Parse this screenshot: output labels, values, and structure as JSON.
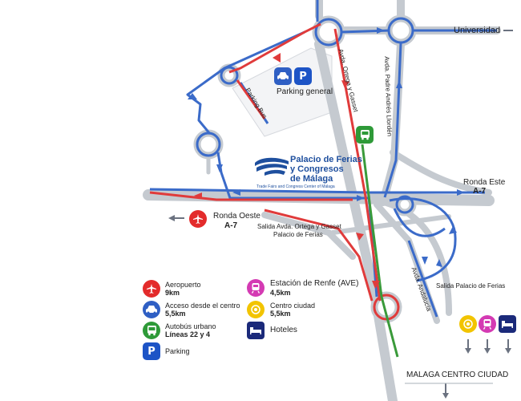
{
  "colors": {
    "road": "#b9bfc6",
    "blue_route": "#3b6bc9",
    "red_route": "#e03b3b",
    "green_route": "#3a9a3a",
    "airport": "#e32b2b",
    "car": "#2f5fc4",
    "bus": "#2e9a38",
    "parking": "#1d54c6",
    "train": "#d43ab3",
    "center": "#f2c400",
    "hotel": "#1b2a7a",
    "venue_blue": "#1e4f9e"
  },
  "labels": {
    "universidad": "Universidad",
    "parking_bus": "Parking Bus",
    "parking_general": "Parking general",
    "ortega": "Avda. Ortega y Gasset",
    "padre": "Avda. Padre Andrés Llordén",
    "ronda_este": "Ronda Este",
    "ronda_este_road": "A-7",
    "ronda_oeste": "Ronda Oeste",
    "ronda_oeste_road": "A-7",
    "salida_line1": "Salida Avda. Ortega y Gasset",
    "salida_line2": "Palacio de Ferias",
    "salida_palacio": "Salida Palacio de Ferias",
    "andalucia": "Avda. Andalucía",
    "malaga_centro": "MALAGA CENTRO CIUDAD"
  },
  "venue": {
    "line1": "Palacio de Ferias",
    "line2": "y Congresos",
    "line3": "de Málaga",
    "subtitle": "Trade Fairs and Congress Center of Málaga"
  },
  "legend": {
    "airport": {
      "icon": "airplane-icon",
      "title": "Aeropuerto",
      "detail": "9km"
    },
    "car": {
      "icon": "car-icon",
      "title": "Acceso desde el centro",
      "detail": "5,5km"
    },
    "bus": {
      "icon": "bus-icon",
      "title": "Autobús urbano",
      "detail": "Líneas 22 y 4"
    },
    "parking": {
      "icon": "parking-icon",
      "title": "Parking",
      "glyph": "P"
    },
    "train": {
      "icon": "train-icon",
      "title": "Estación de Renfe (AVE)",
      "detail": "4,5km"
    },
    "center": {
      "icon": "city-center-icon",
      "title": "Centro ciudad",
      "detail": "5,5km"
    },
    "hotel": {
      "icon": "bed-icon",
      "title": "Hoteles"
    }
  },
  "parking_glyph": "P"
}
